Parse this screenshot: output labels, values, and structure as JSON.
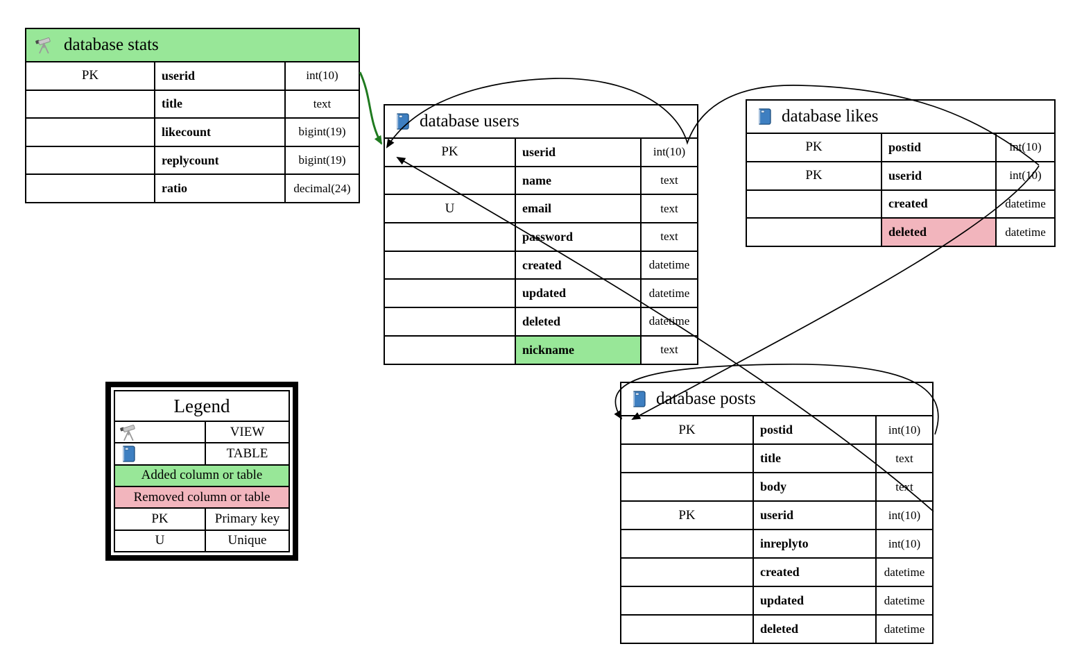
{
  "diagram": {
    "colors": {
      "added_bg": "#98E798",
      "removed_bg": "#F2B5BD",
      "edge_green": "#1F7A1F",
      "edge_black": "#000000"
    },
    "tables": [
      {
        "id": "t-stats",
        "title": "database stats",
        "icon": "telescope-icon",
        "kind": "VIEW",
        "header_highlight": "added",
        "columns": [
          {
            "key": "PK",
            "name": "userid",
            "type": "int(10)",
            "highlight": null
          },
          {
            "key": "",
            "name": "title",
            "type": "text",
            "highlight": null
          },
          {
            "key": "",
            "name": "likecount",
            "type": "bigint(19)",
            "highlight": null
          },
          {
            "key": "",
            "name": "replycount",
            "type": "bigint(19)",
            "highlight": null
          },
          {
            "key": "",
            "name": "ratio",
            "type": "decimal(24)",
            "highlight": null
          }
        ]
      },
      {
        "id": "t-users",
        "title": "database users",
        "icon": "book-icon",
        "kind": "TABLE",
        "header_highlight": null,
        "columns": [
          {
            "key": "PK",
            "name": "userid",
            "type": "int(10)",
            "highlight": null
          },
          {
            "key": "",
            "name": "name",
            "type": "text",
            "highlight": null
          },
          {
            "key": "U",
            "name": "email",
            "type": "text",
            "highlight": null
          },
          {
            "key": "",
            "name": "password",
            "type": "text",
            "highlight": null
          },
          {
            "key": "",
            "name": "created",
            "type": "datetime",
            "highlight": null
          },
          {
            "key": "",
            "name": "updated",
            "type": "datetime",
            "highlight": null
          },
          {
            "key": "",
            "name": "deleted",
            "type": "datetime",
            "highlight": null
          },
          {
            "key": "",
            "name": "nickname",
            "type": "text",
            "highlight": "added"
          }
        ]
      },
      {
        "id": "t-likes",
        "title": "database likes",
        "icon": "book-icon",
        "kind": "TABLE",
        "header_highlight": null,
        "columns": [
          {
            "key": "PK",
            "name": "postid",
            "type": "int(10)",
            "highlight": null
          },
          {
            "key": "PK",
            "name": "userid",
            "type": "int(10)",
            "highlight": null
          },
          {
            "key": "",
            "name": "created",
            "type": "datetime",
            "highlight": null
          },
          {
            "key": "",
            "name": "deleted",
            "type": "datetime",
            "highlight": "removed"
          }
        ]
      },
      {
        "id": "t-posts",
        "title": "database posts",
        "icon": "book-icon",
        "kind": "TABLE",
        "header_highlight": null,
        "columns": [
          {
            "key": "PK",
            "name": "postid",
            "type": "int(10)",
            "highlight": null
          },
          {
            "key": "",
            "name": "title",
            "type": "text",
            "highlight": null
          },
          {
            "key": "",
            "name": "body",
            "type": "text",
            "highlight": null
          },
          {
            "key": "PK",
            "name": "userid",
            "type": "int(10)",
            "highlight": null
          },
          {
            "key": "",
            "name": "inreplyto",
            "type": "int(10)",
            "highlight": null
          },
          {
            "key": "",
            "name": "created",
            "type": "datetime",
            "highlight": null
          },
          {
            "key": "",
            "name": "updated",
            "type": "datetime",
            "highlight": null
          },
          {
            "key": "",
            "name": "deleted",
            "type": "datetime",
            "highlight": null
          }
        ]
      }
    ],
    "edges": [
      {
        "id": "stats-users",
        "from": "database stats.userid",
        "to": "database users.userid",
        "color": "#1F7A1F"
      },
      {
        "id": "likes-users",
        "from": "database likes.userid",
        "to": "database users.userid",
        "color": "#000000"
      },
      {
        "id": "posts-users",
        "from": "database posts.userid",
        "to": "database users.userid",
        "color": "#000000"
      },
      {
        "id": "likes-posts",
        "from": "database likes.postid",
        "to": "database posts.postid",
        "color": "#000000"
      },
      {
        "id": "posts-self",
        "from": "database posts.inreplyto",
        "to": "database posts.postid",
        "color": "#000000"
      }
    ],
    "legend": {
      "title": "Legend",
      "rows": [
        {
          "left_icon": "telescope-icon",
          "right": "VIEW"
        },
        {
          "left_icon": "book-icon",
          "right": "TABLE"
        },
        {
          "merged": "Added column or table",
          "bg": "added"
        },
        {
          "merged": "Removed column or table",
          "bg": "removed"
        },
        {
          "left": "PK",
          "right": "Primary key"
        },
        {
          "left": "U",
          "right": "Unique"
        }
      ]
    }
  }
}
